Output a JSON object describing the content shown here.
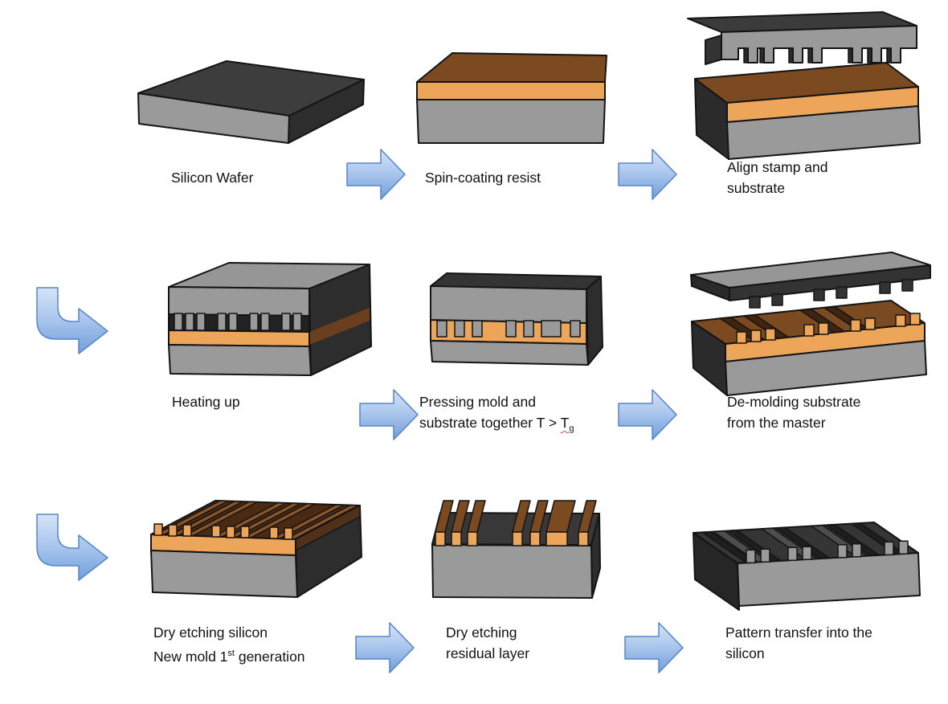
{
  "diagram": {
    "type": "process-flow",
    "rows": 3,
    "columns": 3
  },
  "steps": [
    {
      "id": "silicon-wafer",
      "label": "Silicon Wafer"
    },
    {
      "id": "spin-coating-resist",
      "label": "Spin-coating resist"
    },
    {
      "id": "align-stamp-substrate",
      "line1": "Align stamp and",
      "line2": "substrate"
    },
    {
      "id": "heating-up",
      "label": "Heating up"
    },
    {
      "id": "pressing-mold",
      "line1": "Pressing mold and",
      "line2_prefix": "substrate together T > ",
      "line2_t": "T",
      "line2_sub": "g"
    },
    {
      "id": "demolding",
      "line1": "De-molding substrate",
      "line2": "from the master"
    },
    {
      "id": "dry-etch-silicon",
      "line1": "Dry etching silicon",
      "line2_prefix": "New mold 1",
      "line2_sup": "st",
      "line2_suffix": " generation"
    },
    {
      "id": "dry-etch-residual",
      "line1": "Dry etching",
      "line2": "residual layer"
    },
    {
      "id": "pattern-transfer",
      "line1": "Pattern transfer into the",
      "line2": "silicon"
    }
  ],
  "icons": {
    "right_arrow": "right-arrow-icon",
    "bent_arrow": "bent-down-right-arrow-icon"
  },
  "colors": {
    "silicon_gray": "#9a9a9a",
    "dark_top": "#3d3d3d",
    "darker_side": "#2d2d2d",
    "resist_orange": "#eda55a",
    "resist_brown": "#7c4a21",
    "arrow_blue_light": "#d6e4f8",
    "arrow_blue_mid": "#9dbde9",
    "arrow_blue_dark": "#6f9fdb",
    "arrow_border": "#5585c7",
    "spellcheck_red": "#e34b4b",
    "text_black": "#111111"
  }
}
